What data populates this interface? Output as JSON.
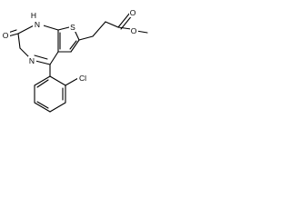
{
  "diagram": {
    "type": "chemical-structure",
    "atoms": {
      "nh": "N",
      "nh_h": "H",
      "n_imine": "N",
      "o_ketone": "O",
      "s": "S",
      "cl": "Cl",
      "o_ester_carbonyl": "O",
      "o_ester": "O"
    }
  }
}
